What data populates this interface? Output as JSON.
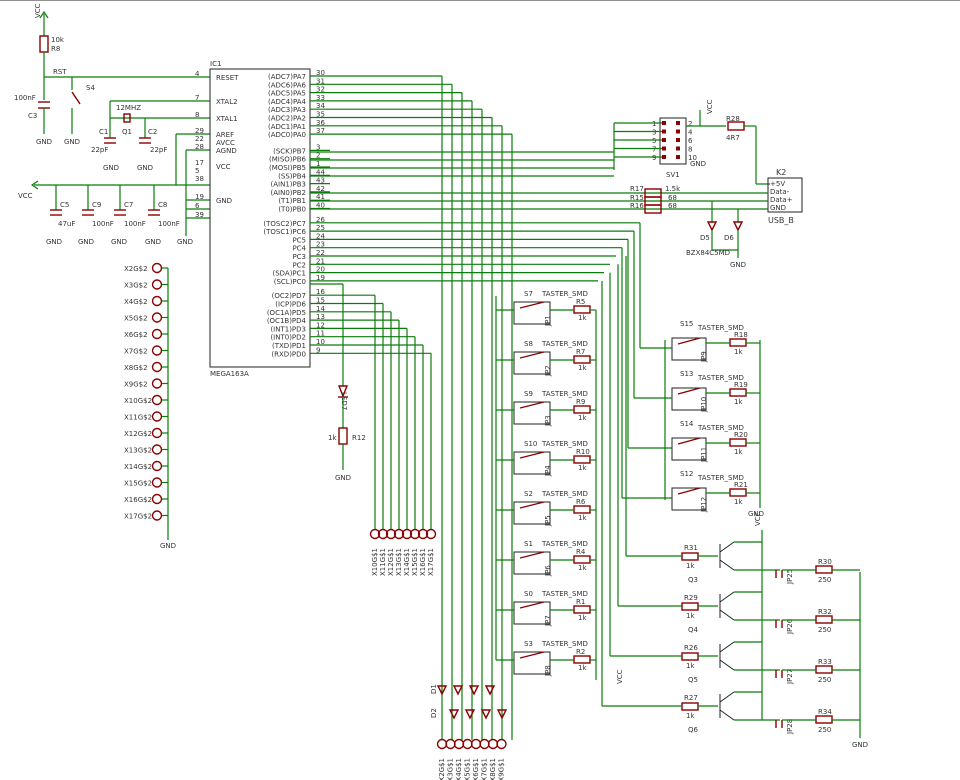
{
  "labels": {
    "vcc": "VCC",
    "gnd": "GND",
    "r8_name": "R8",
    "r8_val": "10k",
    "rst": "RST",
    "s4": "S4",
    "c3_val": "100nF",
    "c3_name": "C3",
    "xtal_freq": "12MHZ",
    "c1": "C1",
    "q1": "Q1",
    "c2": "C2",
    "c1_val": "22pF",
    "c2_val": "22pF",
    "ic1": "IC1",
    "ic1_part": "MEGA163A",
    "c5": "C5",
    "c5_val": "47uF",
    "c9": "C9",
    "c9_val": "100nF",
    "c7": "C7",
    "c7_val": "100nF",
    "c8": "C8",
    "c8_val": "100nF",
    "sv1": "SV1",
    "r28": "R28",
    "r28_val": "4R7",
    "k2": "K2",
    "usb": "USB_B",
    "usb_pins": [
      "+5V",
      "Data-",
      "Data+",
      "GND"
    ],
    "r17": "R17",
    "r17_val": "1.5k",
    "r15": "R15",
    "r15_val": "68",
    "r16": "R16",
    "r16_val": "68",
    "d5": "D5",
    "d6": "D6",
    "zener": "BZX84C5MD",
    "led7": "LED7",
    "r12": "R12",
    "r12_val": "1k",
    "taster": "TASTER_SMD",
    "one_k": "1k",
    "two_fifty": "250"
  },
  "ic1_left_pins": [
    {
      "name": "RESET",
      "num": "4"
    },
    {
      "name": "XTAL2",
      "num": "7"
    },
    {
      "name": "XTAL1",
      "num": "8"
    },
    {
      "name": "AREF",
      "num": "29"
    },
    {
      "name": "AVCC",
      "num": "22"
    },
    {
      "name": "AGND",
      "num": "28"
    },
    {
      "name": "VCC",
      "num": "17"
    },
    {
      "name": "",
      "num": "5"
    },
    {
      "name": "",
      "num": "38"
    },
    {
      "name": "GND",
      "num": "19"
    },
    {
      "name": "",
      "num": "6"
    },
    {
      "name": "",
      "num": "39"
    }
  ],
  "ic1_right_pins": [
    {
      "name": "(ADC7)PA7",
      "num": "30"
    },
    {
      "name": "(ADC6)PA6",
      "num": "31"
    },
    {
      "name": "(ADC5)PA5",
      "num": "32"
    },
    {
      "name": "(ADC4)PA4",
      "num": "33"
    },
    {
      "name": "(ADC3)PA3",
      "num": "34"
    },
    {
      "name": "(ADC2)PA2",
      "num": "35"
    },
    {
      "name": "(ADC1)PA1",
      "num": "36"
    },
    {
      "name": "(ADC0)PA0",
      "num": "37"
    },
    {
      "name": "(SCK)PB7",
      "num": "3"
    },
    {
      "name": "(MISO)PB6",
      "num": "2"
    },
    {
      "name": "(MOSI)PB5",
      "num": "1"
    },
    {
      "name": "(SS)PB4",
      "num": "44"
    },
    {
      "name": "(AIN1)PB3",
      "num": "43"
    },
    {
      "name": "(AIN0)PB2",
      "num": "42"
    },
    {
      "name": "(T1)PB1",
      "num": "41"
    },
    {
      "name": "(T0)PB0",
      "num": "40"
    },
    {
      "name": "(TOSC2)PC7",
      "num": "26"
    },
    {
      "name": "(TOSC1)PC6",
      "num": "25"
    },
    {
      "name": "PC5",
      "num": "24"
    },
    {
      "name": "PC4",
      "num": "23"
    },
    {
      "name": "PC3",
      "num": "22"
    },
    {
      "name": "PC2",
      "num": "21"
    },
    {
      "name": "(SDA)PC1",
      "num": "20"
    },
    {
      "name": "(SCL)PC0",
      "num": "19"
    },
    {
      "name": "(OC2)PD7",
      "num": "16"
    },
    {
      "name": "(ICP)PD6",
      "num": "15"
    },
    {
      "name": "(OC1A)PD5",
      "num": "14"
    },
    {
      "name": "(OC1B)PD4",
      "num": "13"
    },
    {
      "name": "(INT1)PD3",
      "num": "12"
    },
    {
      "name": "(INT0)PD2",
      "num": "11"
    },
    {
      "name": "(TXD)PD1",
      "num": "10"
    },
    {
      "name": "(RXD)PD0",
      "num": "9"
    }
  ],
  "sv1_pins": [
    {
      "l": "1",
      "r": "2"
    },
    {
      "l": "3",
      "r": "4"
    },
    {
      "l": "5",
      "r": "6"
    },
    {
      "l": "7",
      "r": "8"
    },
    {
      "l": "9",
      "r": "10"
    }
  ],
  "connector_strip": [
    "X2G$2",
    "X3G$2",
    "X4G$2",
    "X5G$2",
    "X6G$2",
    "X7G$2",
    "X8G$2",
    "X9G$2",
    "X10G$2",
    "X11G$2",
    "X12G$2",
    "X13G$2",
    "X14G$2",
    "X15G$2",
    "X16G$2",
    "X17G$2"
  ],
  "mid_connectors": [
    "X10G$1",
    "X11G$1",
    "X12G$1",
    "X13G$1",
    "X14G$1",
    "X15G$1",
    "X16G$1",
    "X17G$1"
  ],
  "bottom_connectors": [
    "X2G$1",
    "X3G$1",
    "X4G$1",
    "X5G$1",
    "X6G$1",
    "X7G$1",
    "X8G$1",
    "X9G$1"
  ],
  "left_switches": [
    {
      "name": "S7",
      "res": "R5",
      "jp": "JP1"
    },
    {
      "name": "S8",
      "res": "R7",
      "jp": "JP2"
    },
    {
      "name": "S9",
      "res": "R9",
      "jp": "JP3"
    },
    {
      "name": "S10",
      "res": "R10",
      "jp": "JP4"
    },
    {
      "name": "S2",
      "res": "R6",
      "jp": "JP5"
    },
    {
      "name": "S1",
      "res": "R4",
      "jp": "JP6"
    },
    {
      "name": "S0",
      "res": "R1",
      "jp": "JP7"
    },
    {
      "name": "S3",
      "res": "R2",
      "jp": "JP8"
    }
  ],
  "right_switches": [
    {
      "name": "S15",
      "res": "R18",
      "jp": "JP9"
    },
    {
      "name": "S13",
      "res": "R19",
      "jp": "JP10"
    },
    {
      "name": "S14",
      "res": "R20",
      "jp": "JP11"
    },
    {
      "name": "S12",
      "res": "R21",
      "jp": "JP12"
    }
  ],
  "transistor_stages": [
    {
      "base_res": "R31",
      "q": "Q3",
      "load_res": "R30",
      "jp": "JP25"
    },
    {
      "base_res": "R29",
      "q": "Q4",
      "load_res": "R32",
      "jp": "JP26"
    },
    {
      "base_res": "R26",
      "q": "Q5",
      "load_res": "R33",
      "jp": "JP27"
    },
    {
      "base_res": "R27",
      "q": "Q6",
      "load_res": "R34",
      "jp": "JP28"
    }
  ],
  "diodes": [
    "D1",
    "D2"
  ]
}
